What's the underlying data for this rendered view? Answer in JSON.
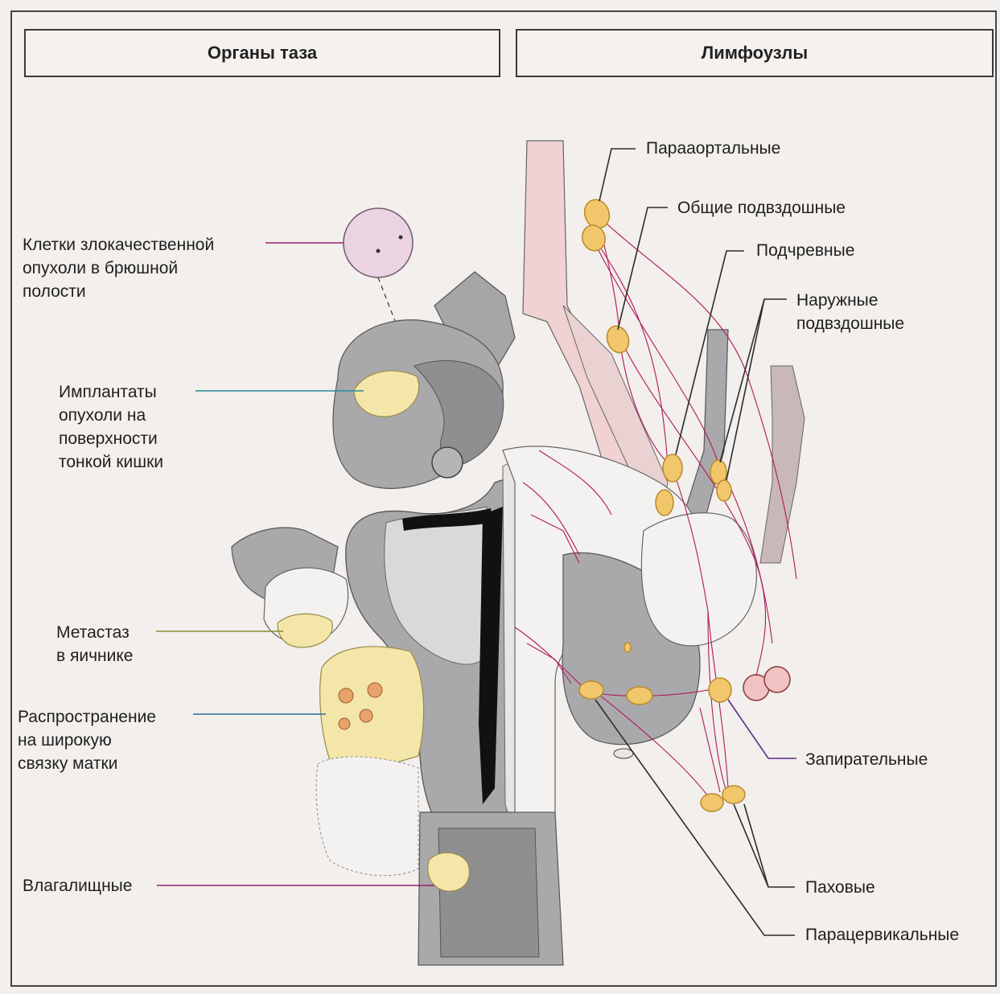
{
  "headers": {
    "left": "Органы таза",
    "right": "Лимфоузлы"
  },
  "left_labels": {
    "malignant_cells": "Клетки злокачественной\nопухоли в брюшной\nполости",
    "implants": "Имплантаты\nопухоли на\nповерхности\nтонкой кишки",
    "ovary_metastasis": "Метастаз\nв яичнике",
    "broad_ligament": "Распространение\nна широкую\nсвязку матки",
    "vaginal": "Влагалищные"
  },
  "right_labels": {
    "paraaortic": "Парааортальные",
    "common_iliac": "Общие подвздошные",
    "hypogastric": "Подчревные",
    "external_iliac": "Наружные\nподвздошные",
    "obturator": "Запирательные",
    "inguinal": "Паховые",
    "paracervical": "Парацервикальные"
  },
  "colors": {
    "organ_gray": "#a9a9ab",
    "organ_light": "#c8c8ca",
    "node_fill": "#f2c66a",
    "node_stroke": "#b88a2a",
    "vessel": "#f0d2d2",
    "lymph_line": "#b0185a",
    "tumor": "#f3e6a8",
    "leader_dark": "#2c2c2c",
    "leader_teal": "#2a8a9a",
    "leader_magenta": "#9a1f6a",
    "leader_purple": "#5a2a8a",
    "leader_olive": "#8a8a3a"
  }
}
